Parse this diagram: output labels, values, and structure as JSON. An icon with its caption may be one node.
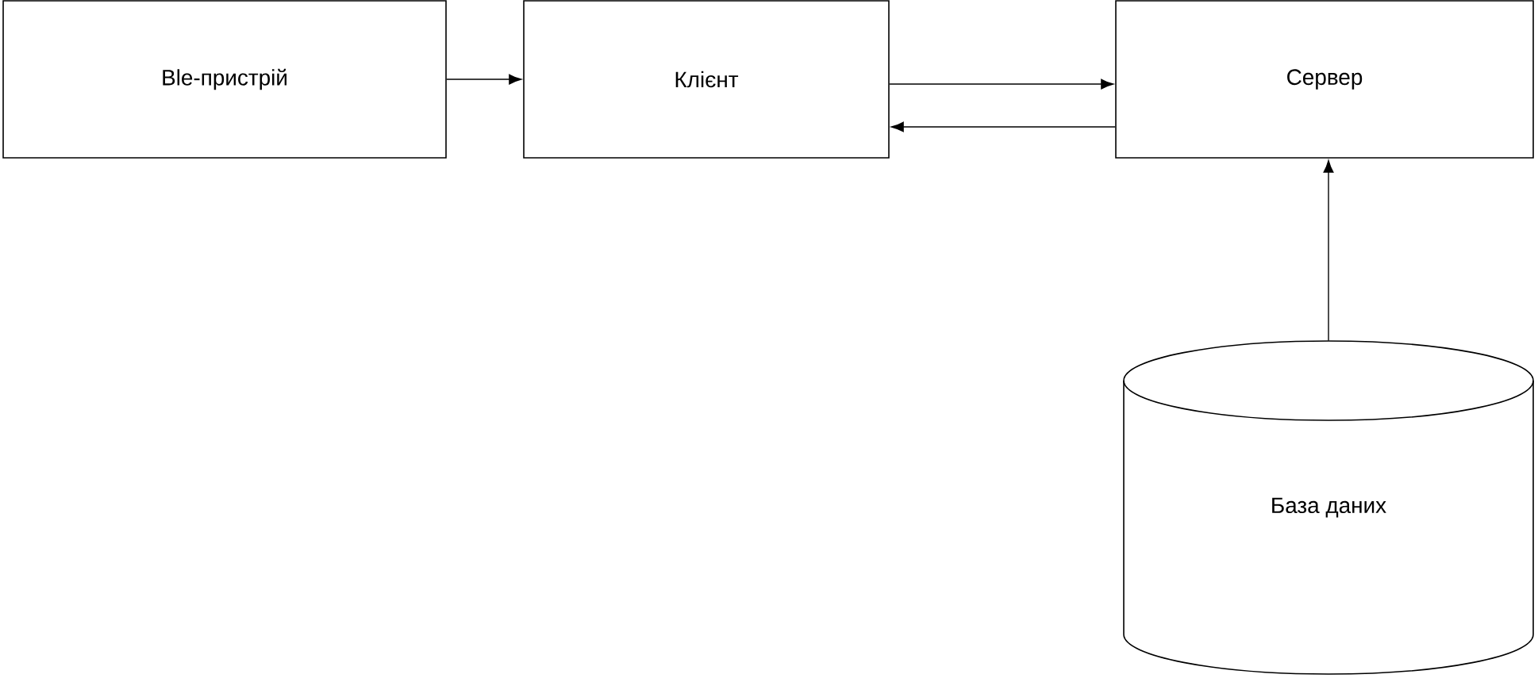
{
  "diagram": {
    "nodes": [
      {
        "text": [
          "Ble-пристрій"
        ]
      },
      {
        "text": [
          "Клієнт"
        ]
      },
      {
        "text": [
          "Сервер"
        ]
      },
      {
        "text": [
          "База даних"
        ]
      }
    ],
    "edges": [
      {
        "from": 0,
        "to": 1,
        "arrow": "to"
      },
      {
        "from": 1,
        "to": 2,
        "arrow": "to"
      },
      {
        "from": 2,
        "to": 1,
        "arrow": "to"
      },
      {
        "from": 3,
        "to": 2,
        "arrow": "to"
      }
    ]
  }
}
